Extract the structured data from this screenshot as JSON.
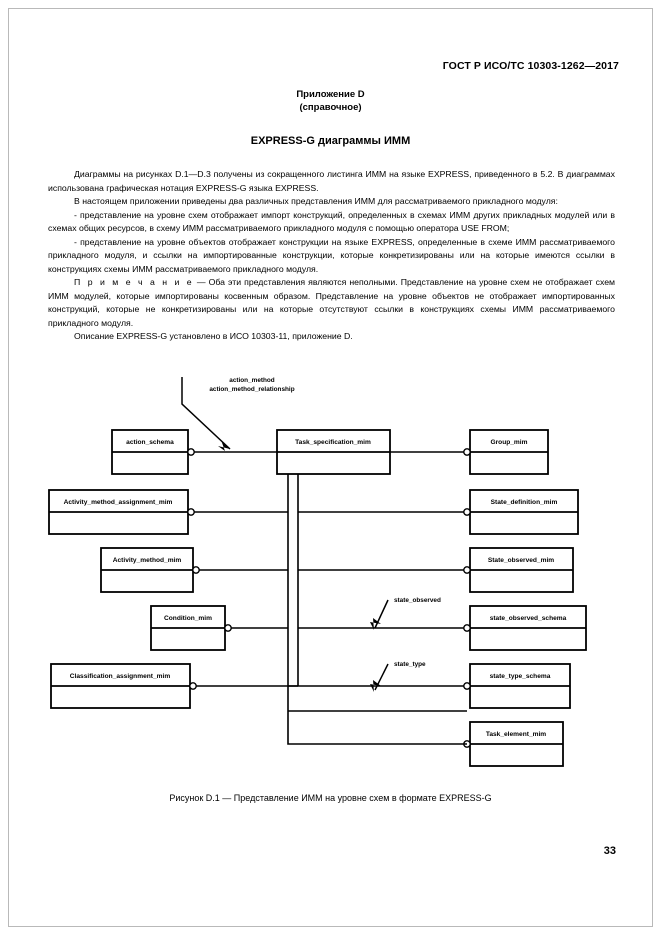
{
  "document": {
    "header": "ГОСТ Р ИСО/ТС 10303-1262—2017",
    "annex_line1": "Приложение D",
    "annex_line2": "(справочное)",
    "annex_title": "EXPRESS-G диаграммы ИММ",
    "page_number": "33"
  },
  "paragraphs": [
    "Диаграммы на рисунках D.1—D.3 получены из сокращенного листинга ИММ на языке EXPRESS, приведенного в 5.2. В диаграммах использована графическая нотация EXPRESS-G языка EXPRESS.",
    "В настоящем приложении приведены два различных представления ИММ для рассматриваемого прикладного модуля:",
    "- представление на уровне схем отображает импорт конструкций, определенных в схемах ИММ других прикладных модулей или в схемах общих ресурсов, в схему ИММ рассматриваемого прикладного модуля с помощью оператора USE FROM;",
    "- представление на уровне объектов отображает конструкции на языке EXPRESS, определенные в схеме ИММ рассматриваемого прикладного модуля, и ссылки на импортированные конструкции, которые конкретизированы или на которые имеются ссылки в конструкциях схемы ИММ рассматриваемого прикладного модуля.",
    "Описание EXPRESS-G установлено в ИСО 10303-11, приложение D."
  ],
  "note": {
    "lead": "П р и м е ч а н и е",
    "text": " — Оба эти представления являются неполными. Представление на уровне схем не отображает схем ИММ модулей, которые импортированы косвенным образом. Представление на уровне объектов не отображает импортированных конструкций, которые не конкретизированы или на которые отсутствуют ссылки в конструкциях схемы ИММ рассматриваемого прикладного модуля."
  },
  "figure": {
    "caption": "Рисунок D.1 — Представление ИММ на уровне схем в формате EXPRESS-G",
    "entities": [
      {
        "id": "action_schema",
        "label": "action_schema"
      },
      {
        "id": "task_specification_mim",
        "label": "Task_specification_mim"
      },
      {
        "id": "group_mim",
        "label": "Group_mim"
      },
      {
        "id": "activity_method_assignment_mim",
        "label": "Activity_method_assignment_mim"
      },
      {
        "id": "state_definition_mim",
        "label": "State_definition_mim"
      },
      {
        "id": "activity_method_mim",
        "label": "Activity_method_mim"
      },
      {
        "id": "state_observed_mim",
        "label": "State_observed_mim"
      },
      {
        "id": "condition_mim",
        "label": "Condition_mim"
      },
      {
        "id": "state_observed_schema",
        "label": "state_observed_schema"
      },
      {
        "id": "classification_assignment_mim",
        "label": "Classification_assignment_mim"
      },
      {
        "id": "state_type_schema",
        "label": "state_type_schema"
      },
      {
        "id": "task_element_mim",
        "label": "Task_element_mim"
      }
    ],
    "relationships": [
      {
        "id": "action_method",
        "label": "action_method"
      },
      {
        "id": "action_method_relationship",
        "label": "action_method_relationship"
      },
      {
        "id": "state_observed",
        "label": "state_observed"
      },
      {
        "id": "state_type",
        "label": "state_type"
      }
    ]
  }
}
